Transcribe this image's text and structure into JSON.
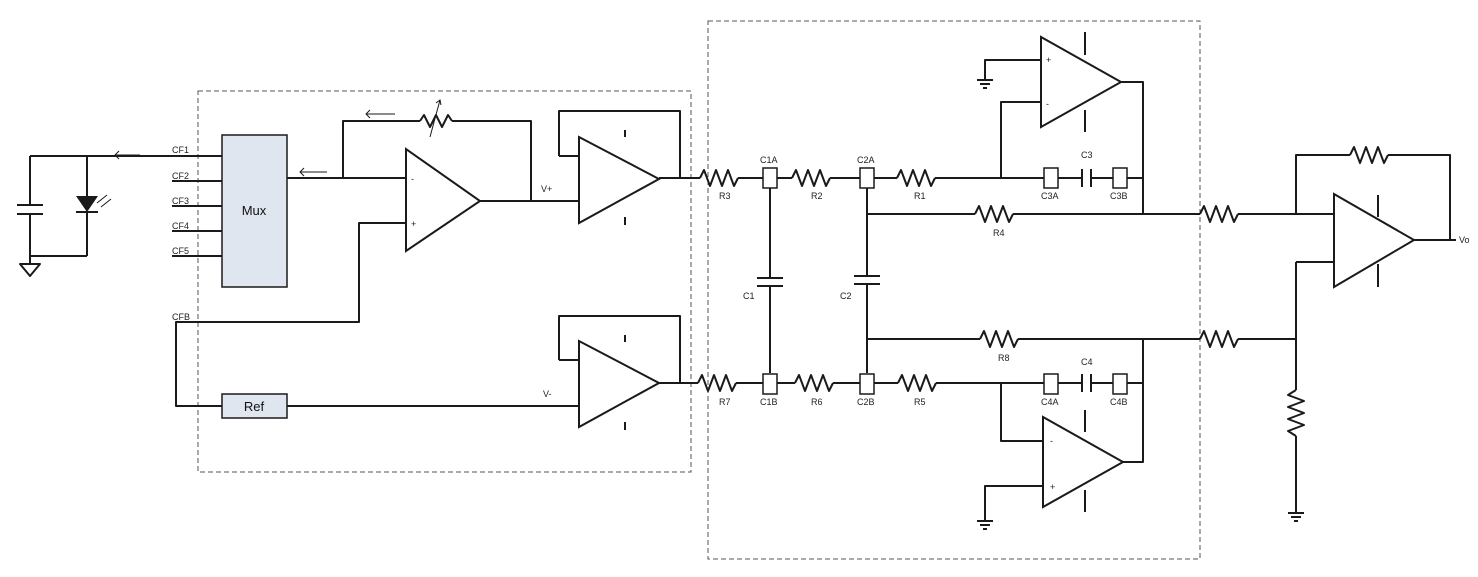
{
  "blocks": {
    "mux": "Mux",
    "ref": "Ref"
  },
  "ports": {
    "cf1": "CF1",
    "cf2": "CF2",
    "cf3": "CF3",
    "cf4": "CF4",
    "cf5": "CF5",
    "cfb": "CFB"
  },
  "nets": {
    "vplus": "V+",
    "vminus": "V-",
    "vo": "Vo"
  },
  "opamp_signs": {
    "minus": "-",
    "plus": "+"
  },
  "resistors": {
    "r1": "R1",
    "r2": "R2",
    "r3": "R3",
    "r4": "R4",
    "r5": "R5",
    "r6": "R6",
    "r7": "R7",
    "r8": "R8"
  },
  "capacitors": {
    "c1": "C1",
    "c2": "C2",
    "c3": "C3",
    "c4": "C4"
  },
  "test_points": {
    "c1a": "C1A",
    "c1b": "C1B",
    "c2a": "C2A",
    "c2b": "C2B",
    "c3a": "C3A",
    "c3b": "C3B",
    "c4a": "C4A",
    "c4b": "C4B"
  },
  "colors": {
    "wire": "#1a1a1a",
    "block_fill": "#dfe6f0",
    "dashed_box": "#555555"
  }
}
